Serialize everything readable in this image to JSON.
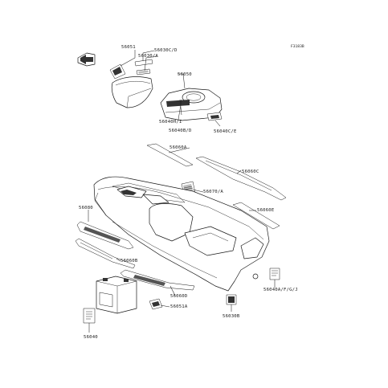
{
  "figure_code": "F3183B",
  "labels": {
    "p56051": "56051",
    "p56030CD": "56030C/D",
    "p56030A": "56030/A",
    "p56050": "56050",
    "p56040HI": "56040H/I",
    "p56040BD": "56040B/D",
    "p56040CE": "56040C/E",
    "p56060A": "56060A",
    "p56060C": "56060C",
    "p56070A": "56070/A",
    "p56080": "56080",
    "p56060E": "56060E",
    "p56060B": "56060B",
    "p56060D": "56060D",
    "p56051A": "56051A",
    "p56040AFGJ": "56040A/F/G/J",
    "p56030B": "56030B",
    "p56040": "56040"
  },
  "icons": {
    "front_arrow": "front-arrow-icon"
  }
}
